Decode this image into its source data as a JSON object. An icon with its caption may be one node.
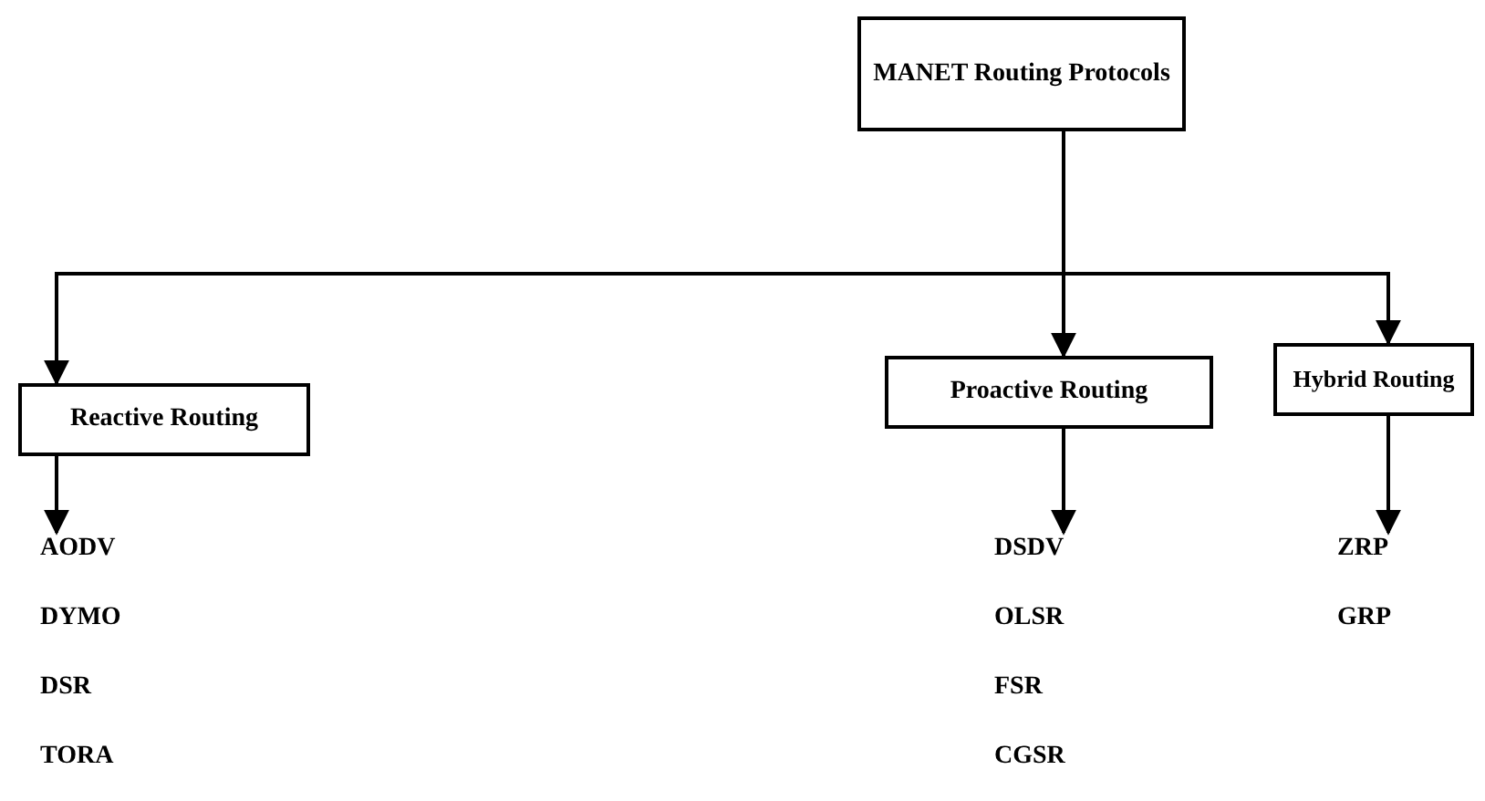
{
  "diagram": {
    "nodes": [
      {
        "text": [
          "MANET Routing Protocols"
        ]
      },
      {
        "text": [
          "Reactive Routing"
        ]
      },
      {
        "text": [
          "Proactive Routing"
        ]
      },
      {
        "text": [
          "Hybrid Routing"
        ]
      },
      {
        "text": [
          "AODV",
          "DYMO",
          "DSR",
          "TORA"
        ]
      },
      {
        "text": [
          "DSDV",
          "OLSR",
          "FSR",
          "CGSR"
        ]
      },
      {
        "text": [
          "ZRP",
          "GRP"
        ]
      }
    ],
    "edges": [
      {
        "from": 0,
        "to": 1,
        "arrow": "to"
      },
      {
        "from": 0,
        "to": 2,
        "arrow": "to"
      },
      {
        "from": 0,
        "to": 3,
        "arrow": "to"
      },
      {
        "from": 1,
        "to": 4,
        "arrow": "to"
      },
      {
        "from": 2,
        "to": 5,
        "arrow": "to"
      },
      {
        "from": 3,
        "to": 6,
        "arrow": "to"
      }
    ]
  }
}
